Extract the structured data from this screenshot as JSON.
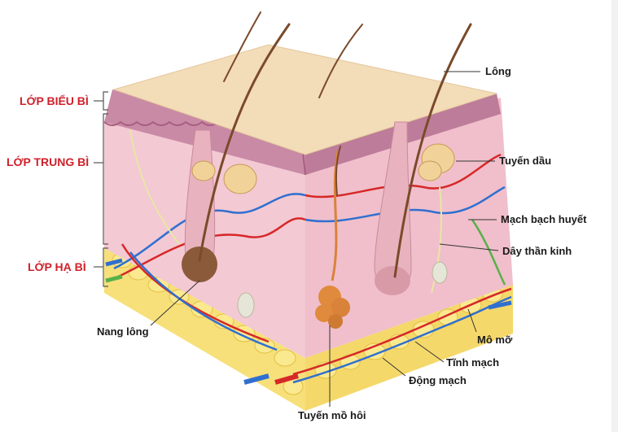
{
  "layers": {
    "epidermis": "LỚP BIỂU BÌ",
    "dermis": "LỚP TRUNG BÌ",
    "hypodermis": "LỚP HẠ BÌ"
  },
  "parts": {
    "hair": "Lông",
    "sebaceous_gland": "Tuyến dầu",
    "lymph_vessel": "Mạch bạch huyết",
    "nerve": "Dây thần kinh",
    "hair_follicle": "Nang lông",
    "fat": "Mô mỡ",
    "vein": "Tĩnh mạch",
    "artery": "Động mạch",
    "sweat_gland": "Tuyến mồ hôi"
  },
  "colors": {
    "layer_label": "#d0202a",
    "epidermis_top": "#f3dcb8",
    "epidermis_pink": "#c98aa6",
    "dermis": "#f3c9d3",
    "fat": "#f7e07a",
    "hair": "#7a4a2a",
    "artery": "#d62828",
    "vein": "#2f6fd0",
    "nerve": "#e9e6a6",
    "lymph": "#58b04a",
    "sweat_gland": "#d9823a"
  }
}
